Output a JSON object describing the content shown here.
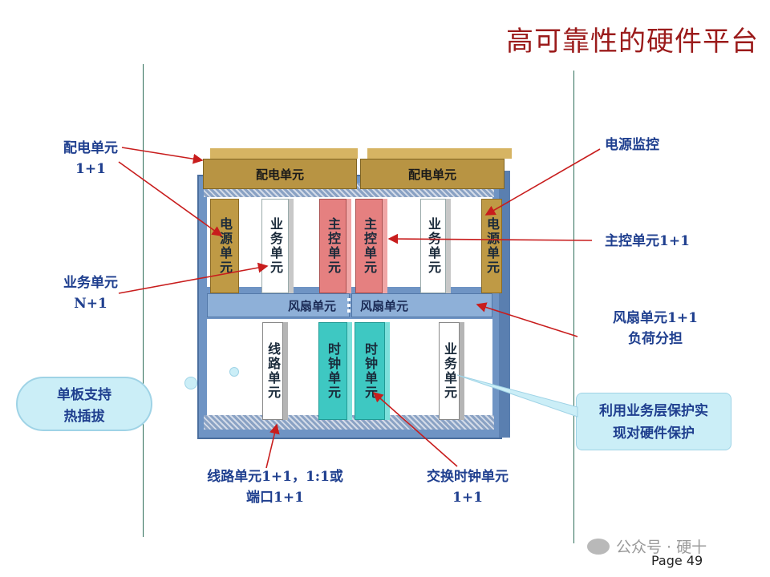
{
  "title": "高可靠性的硬件平台",
  "chassis": {
    "top_units": [
      "配电单元",
      "配电单元"
    ],
    "upper_slots": [
      "电源单元",
      "业务单元",
      "主控单元",
      "主控单元",
      "业务单元",
      "电源单元"
    ],
    "fan_units": [
      "风扇单元",
      "风扇单元"
    ],
    "lower_slots": [
      "线路单元",
      "时钟单元",
      "时钟单元",
      "业务单元"
    ]
  },
  "labels": {
    "power_distribution": [
      "配电单元",
      "1+1"
    ],
    "service_unit": [
      "业务单元",
      "N+1"
    ],
    "power_monitor": "电源监控",
    "main_control": "主控单元1+1",
    "fan": [
      "风扇单元1+1",
      "负荷分担"
    ],
    "line_unit": [
      "线路单元1+1，1:1或",
      "端口1+1"
    ],
    "switch_clock": [
      "交换时钟单元",
      "1+1"
    ]
  },
  "cloud_note": [
    "单板支持",
    "热插拔"
  ],
  "callout_note": [
    "利用业务层保护实",
    "现对硬件保护"
  ],
  "footer": {
    "watermark": "公众号 · 硬十",
    "page": "Page 49"
  },
  "colors": {
    "title": "#9b1b1b",
    "label": "#1f3f8f",
    "arrow": "#c81d1d",
    "frame": "#6f94c4"
  }
}
